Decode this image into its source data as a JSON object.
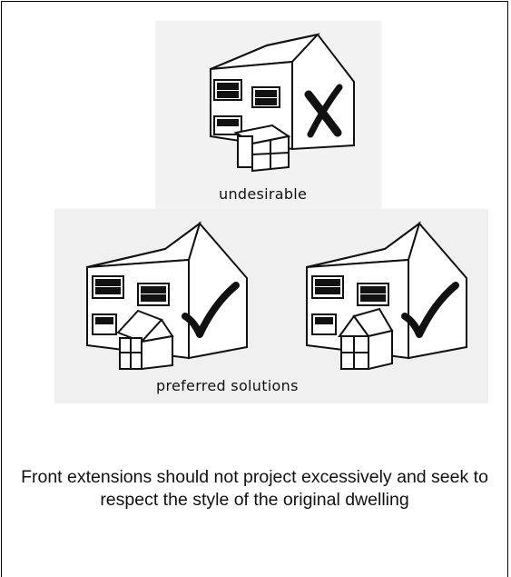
{
  "panel": {
    "top_label": "undesirable",
    "bottom_label": "preferred solutions",
    "caption": "Front extensions should not project excessively and seek to respect the style of the original dwelling"
  },
  "symbols": {
    "top_house_mark": "cross-icon",
    "left_house_mark": "check-icon",
    "right_house_mark": "check-icon"
  },
  "colors": {
    "ink": "#111111",
    "shade": "#e8e8e8",
    "paper": "#ffffff"
  }
}
